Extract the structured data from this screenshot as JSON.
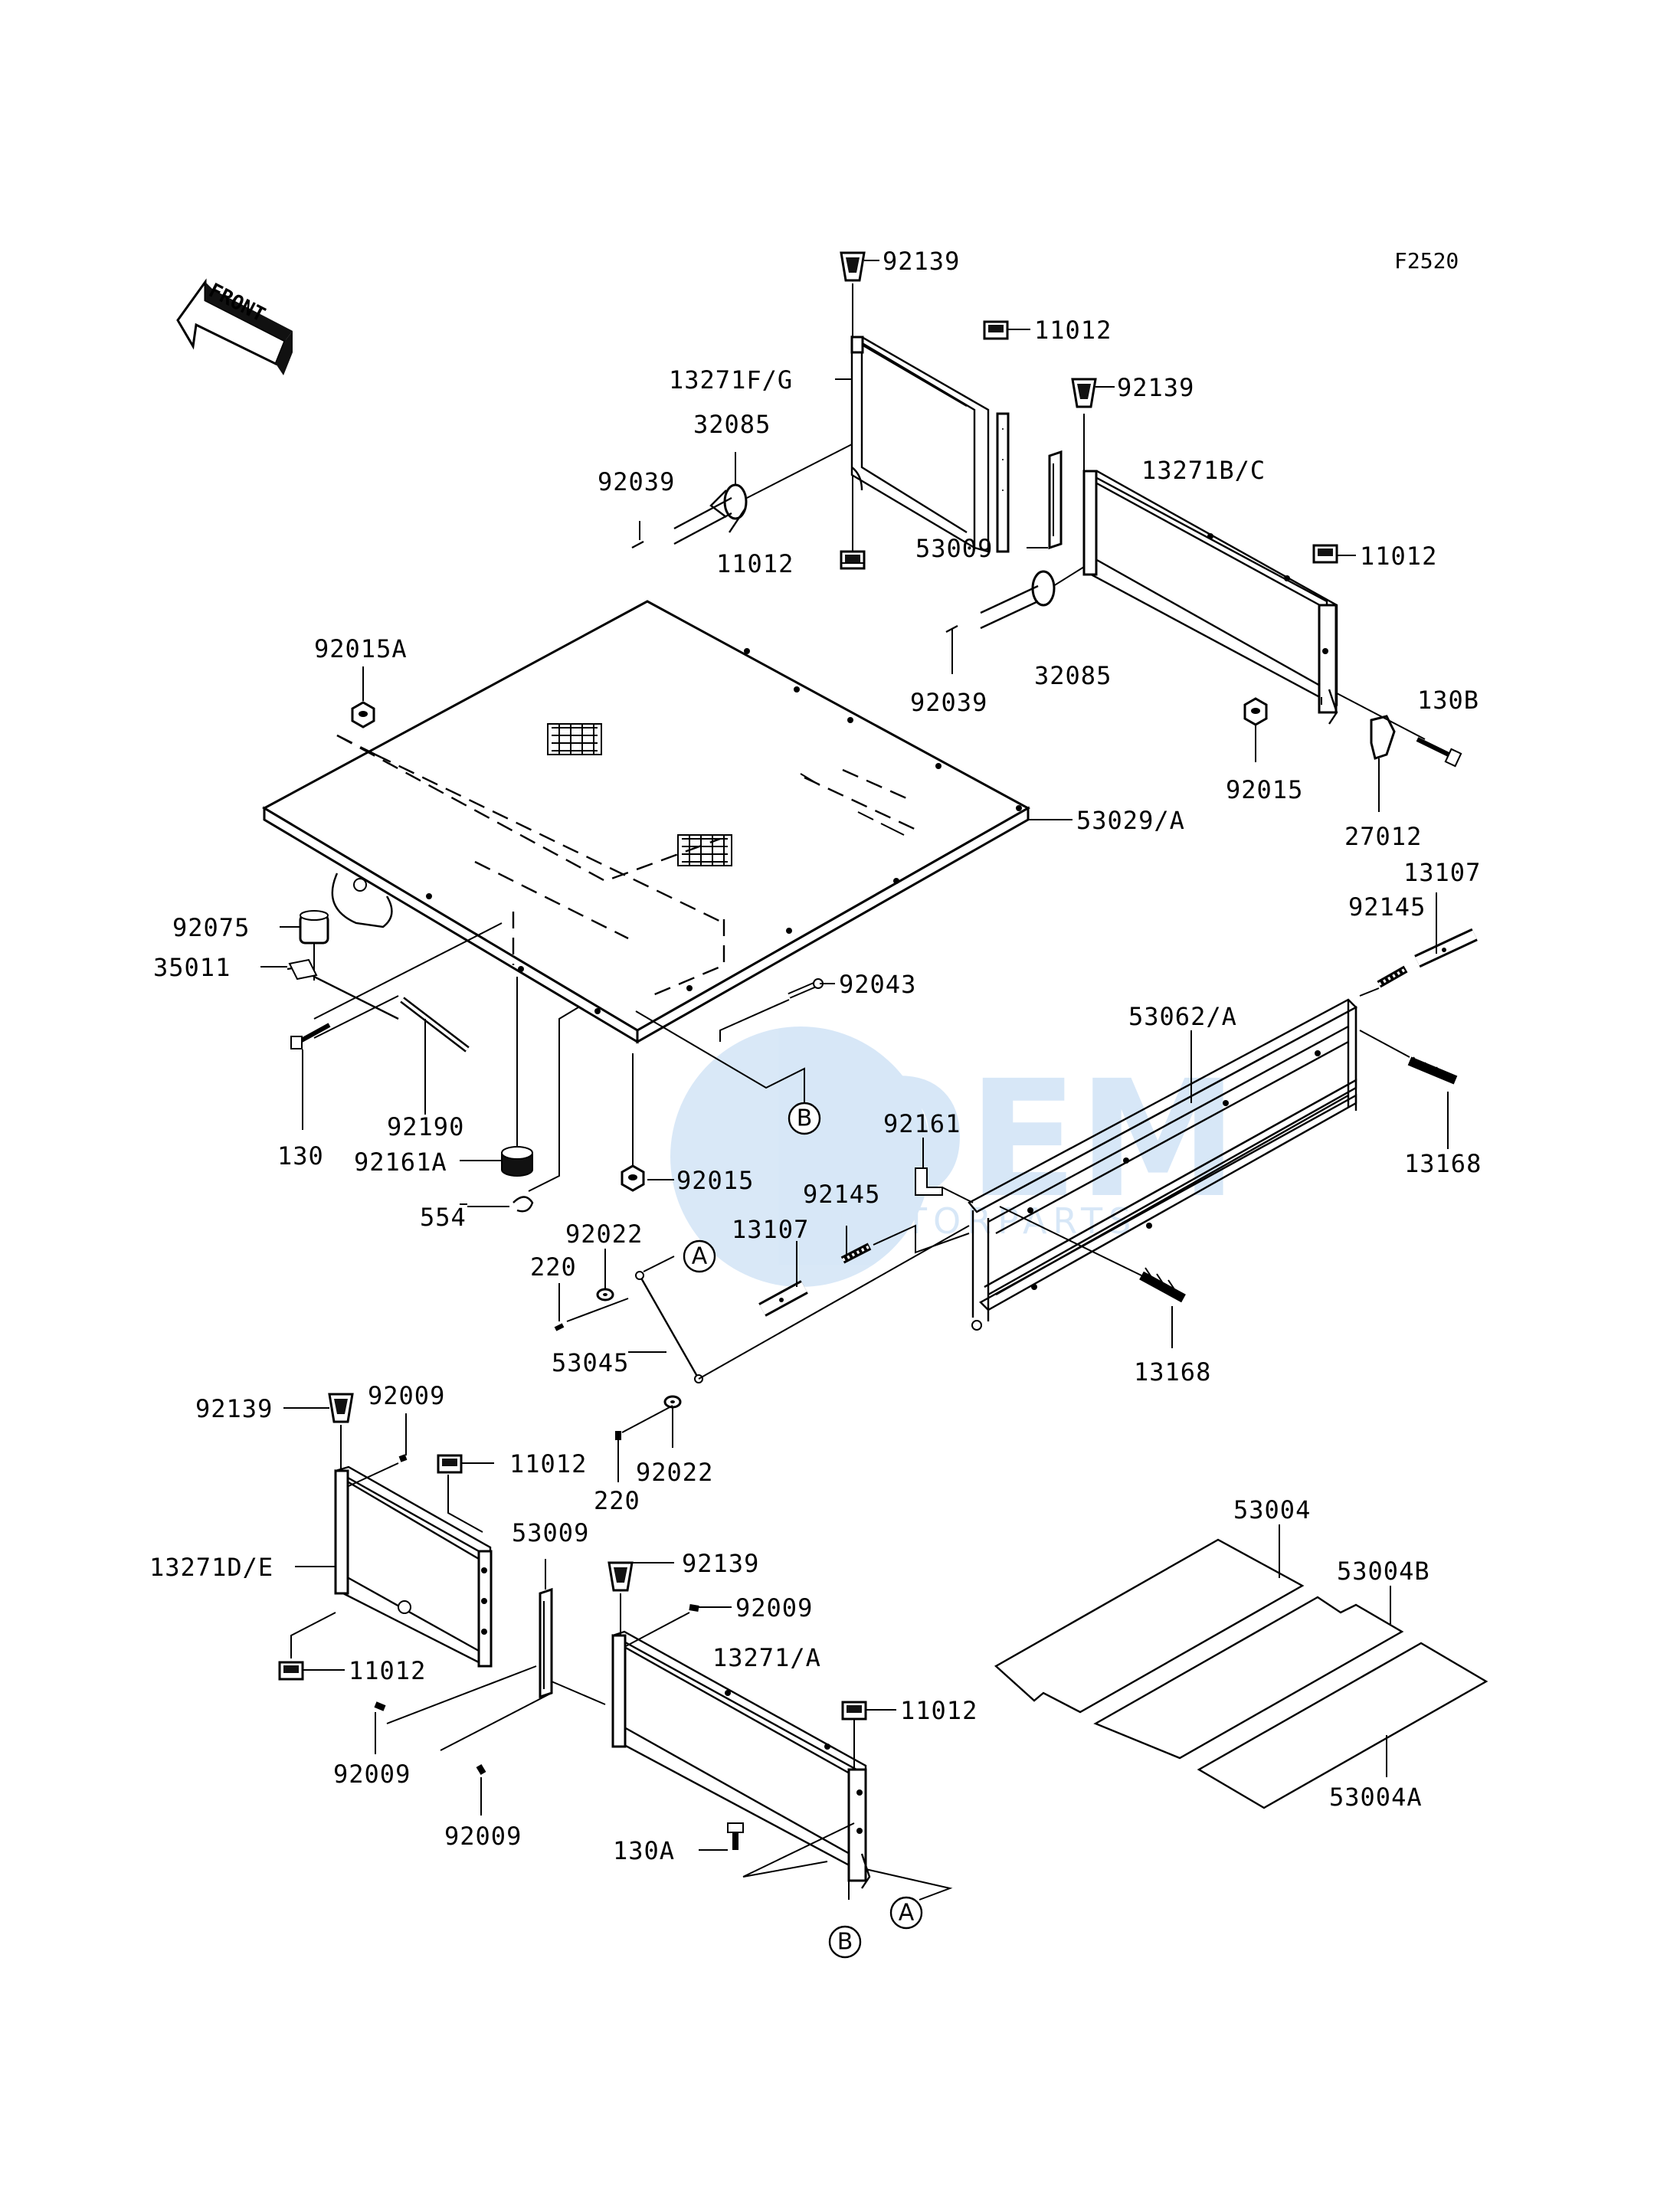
{
  "diagram": {
    "figure_code": "F2520",
    "front_arrow_label": "FRONT",
    "watermark_brand": "OEM",
    "watermark_subtitle": "MOTORPARTS",
    "reference_markers": [
      "A",
      "B"
    ],
    "parts": [
      {
        "id": "p1",
        "number": "92139"
      },
      {
        "id": "p2",
        "number": "11012"
      },
      {
        "id": "p3",
        "number": "13271F/G"
      },
      {
        "id": "p4",
        "number": "32085"
      },
      {
        "id": "p5",
        "number": "92039"
      },
      {
        "id": "p6",
        "number": "11012"
      },
      {
        "id": "p7",
        "number": "92139"
      },
      {
        "id": "p8",
        "number": "13271B/C"
      },
      {
        "id": "p9",
        "number": "53009"
      },
      {
        "id": "p10",
        "number": "11012"
      },
      {
        "id": "p11",
        "number": "32085"
      },
      {
        "id": "p12",
        "number": "92039"
      },
      {
        "id": "p13",
        "number": "130B"
      },
      {
        "id": "p14",
        "number": "92015A"
      },
      {
        "id": "p15",
        "number": "92015"
      },
      {
        "id": "p16",
        "number": "27012"
      },
      {
        "id": "p17",
        "number": "53029/A"
      },
      {
        "id": "p18",
        "number": "13107"
      },
      {
        "id": "p19",
        "number": "92145"
      },
      {
        "id": "p20",
        "number": "92075"
      },
      {
        "id": "p21",
        "number": "35011"
      },
      {
        "id": "p22",
        "number": "92043"
      },
      {
        "id": "p23",
        "number": "53062/A"
      },
      {
        "id": "p24",
        "number": "130"
      },
      {
        "id": "p25",
        "number": "92190"
      },
      {
        "id": "p26",
        "number": "92015"
      },
      {
        "id": "p27",
        "number": "92161"
      },
      {
        "id": "p28",
        "number": "13168"
      },
      {
        "id": "p29",
        "number": "92161A"
      },
      {
        "id": "p30",
        "number": "554"
      },
      {
        "id": "p31",
        "number": "92145"
      },
      {
        "id": "p32",
        "number": "92022"
      },
      {
        "id": "p33",
        "number": "13107"
      },
      {
        "id": "p34",
        "number": "220"
      },
      {
        "id": "p35",
        "number": "53045"
      },
      {
        "id": "p36",
        "number": "13168"
      },
      {
        "id": "p37",
        "number": "92009"
      },
      {
        "id": "p38",
        "number": "92139"
      },
      {
        "id": "p39",
        "number": "11012"
      },
      {
        "id": "p40",
        "number": "220"
      },
      {
        "id": "p41",
        "number": "92022"
      },
      {
        "id": "p42",
        "number": "53009"
      },
      {
        "id": "p43",
        "number": "13271D/E"
      },
      {
        "id": "p44",
        "number": "92139"
      },
      {
        "id": "p45",
        "number": "92009"
      },
      {
        "id": "p46",
        "number": "53004"
      },
      {
        "id": "p47",
        "number": "13271/A"
      },
      {
        "id": "p48",
        "number": "53004B"
      },
      {
        "id": "p49",
        "number": "11012"
      },
      {
        "id": "p50",
        "number": "11012"
      },
      {
        "id": "p51",
        "number": "92009"
      },
      {
        "id": "p52",
        "number": "92009"
      },
      {
        "id": "p53",
        "number": "53004A"
      },
      {
        "id": "p54",
        "number": "130A"
      }
    ]
  }
}
